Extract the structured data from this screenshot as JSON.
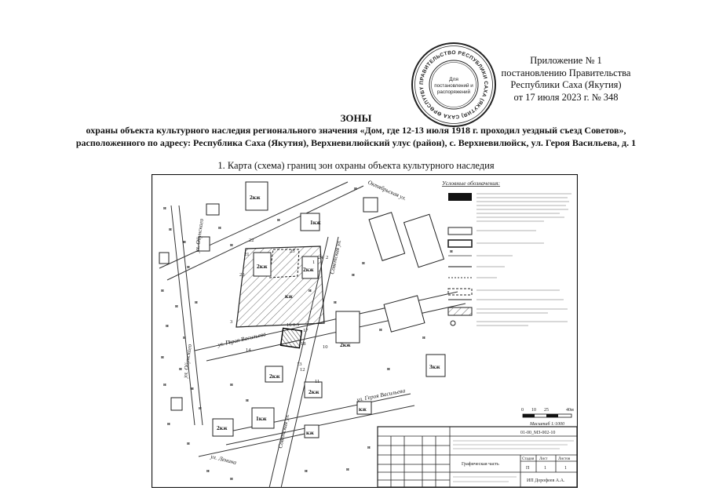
{
  "header": {
    "appendix_title": "Приложение № 1",
    "line1": "постановлению Правительства",
    "line2": "Республики Саха (Якутия)",
    "line3": "от 17 июля 2023 г. № 348"
  },
  "stamp": {
    "center_text": [
      "Для",
      "постановлений и",
      "распоряжений"
    ],
    "ring_text": "ПРАВИТЕЛЬСТВО РЕСПУБЛИКИ САХА (ЯКУТИЯ) САХА ӨРӨСПҮҮБҮЛҮКЭТИН БЫРАБЫЫТАЛЬСТЫБАТА"
  },
  "document": {
    "title": "ЗОНЫ",
    "subtitle_line1": "охраны объекта культурного наследия регионального значения «Дом, где 12-13 июля 1918 г. проходил уездный съезд Советов»,",
    "subtitle_line2": "расположенного по адресу: Республика Саха (Якутия), Верхневилюйский улус (район), с. Верхневилюйск, ул. Героя Васильева, д. 1",
    "section_caption": "1. Карта (схема) границ зон охраны объекта культурного наследия"
  },
  "map": {
    "streets": {
      "oktyabrskaya": "Октябрьская ул.",
      "geroya_vasilieva": "ул. Героя Васильева",
      "geroya_vasilieva_2": "ул. Героя Васильева",
      "sovetskaya": "Советская ул.",
      "sovetskaya_2": "Советская ул.",
      "lenina": "ул. Ленина",
      "oyunskogo": "ул. Ойунского",
      "oyunskogo_2": "ул. Ойунского"
    },
    "point_labels": [
      "22",
      "21",
      "20",
      "23",
      "24",
      "2",
      "1",
      "3",
      "16",
      "0.3",
      "17",
      "18",
      "15",
      "14",
      "13",
      "12",
      "11",
      "10"
    ],
    "building_labels": [
      "2кж",
      "2кж",
      "2кж",
      "1кж",
      "кж",
      "2кж",
      "2кж",
      "2кж",
      "3кж",
      "1кж",
      "2кж",
      "кж",
      "кж"
    ],
    "legend_title": "Условные обозначения:",
    "scale_numbers": [
      "0",
      "10",
      "25",
      "40м"
    ],
    "scale_label": "Масштаб 1:1000",
    "title_block": {
      "code": "01-00_МЗ-002-10",
      "sheet_name": "Графическая часть",
      "stage_headers": [
        "Стадия",
        "Лист",
        "Листов"
      ],
      "stage_values": [
        "П",
        "1",
        "1"
      ],
      "org": "ИП Дорофеев А.А."
    }
  }
}
